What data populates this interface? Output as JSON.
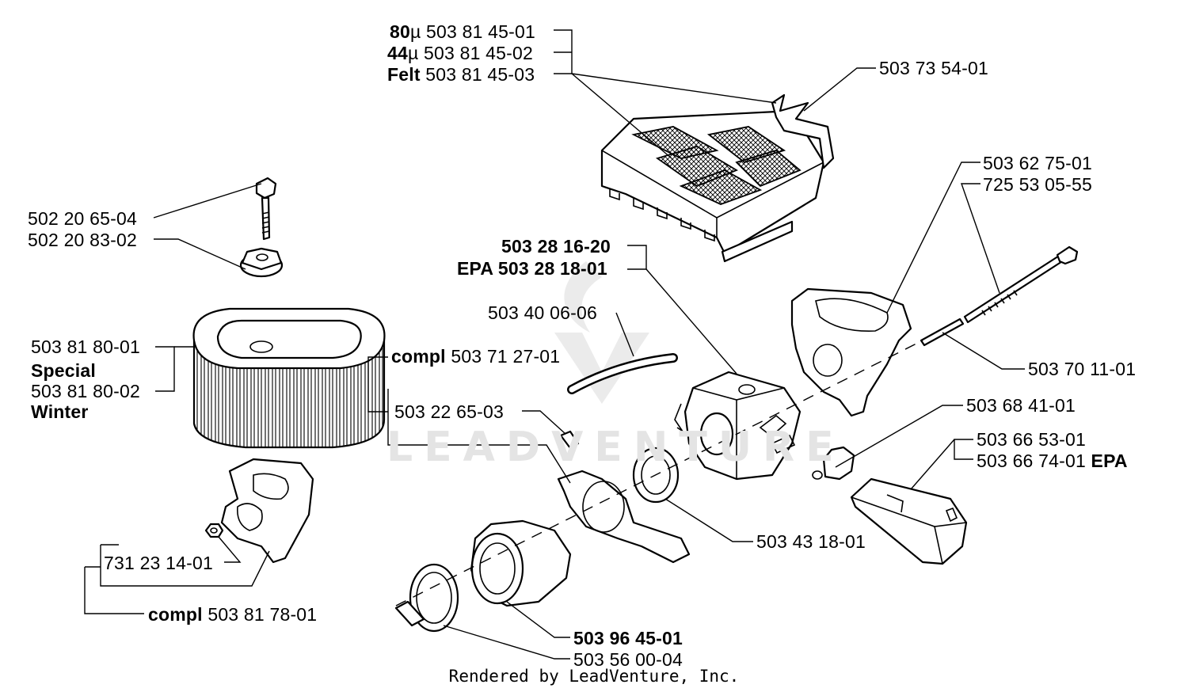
{
  "labels": {
    "filter_80": {
      "bold": "80",
      "rest": "µ 503 81 45-01"
    },
    "filter_44": {
      "bold": "44",
      "rest": "µ 503 81 45-02"
    },
    "filter_felt": {
      "bold": "Felt",
      "rest": " 503 81 45-03"
    },
    "cover_clip": "503 73 54-01",
    "bolt_top": "503 62 75-01",
    "bolt_bottom": "725 53 05-55",
    "screw": "502 20 65-04",
    "nut": "502 20 83-02",
    "carb_std": "503 28 16-20",
    "carb_epa": "EPA 503 28 18-01",
    "hose": "503 40 06-06",
    "compl_upper": {
      "bold": "compl",
      "rest": " 503 71 27-01"
    },
    "filter_special_no": "503 81 80-01",
    "filter_special": "Special",
    "filter_winter_no": "503 81 80-02",
    "filter_winter": "Winter",
    "rod": "503 70 11-01",
    "bracket": "503 22 65-03",
    "plug": "503 68 41-01",
    "block_std": "503 66 53-01",
    "block_epa_no": "503 66 74-01",
    "block_epa": " EPA",
    "ring": "503 43 18-01",
    "washer": "731 23 14-01",
    "compl_lower": {
      "bold": "compl",
      "rest": " 503 81 78-01"
    },
    "manifold": "503 96 45-01",
    "clamp": "503 56 00-04"
  },
  "watermark": "LEADVENTURE",
  "footer": "Rendered by LeadVenture, Inc."
}
